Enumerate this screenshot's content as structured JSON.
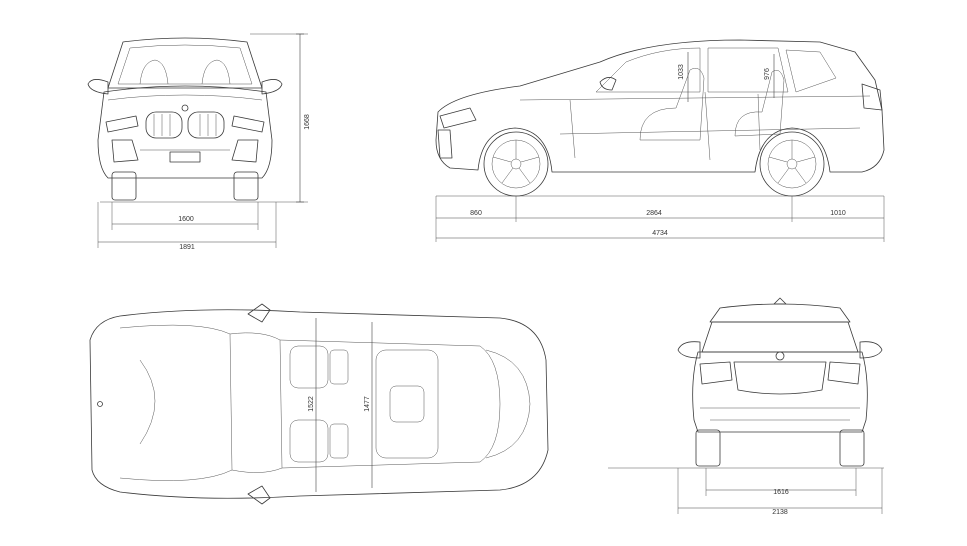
{
  "front_view": {
    "track": "1600",
    "width": "1891",
    "height": "1668"
  },
  "side_view": {
    "front_overhang": "860",
    "wheelbase": "2864",
    "rear_overhang": "1010",
    "length": "4734",
    "front_headroom": "1033",
    "rear_headroom": "976"
  },
  "top_view": {
    "front_shoulder": "1522",
    "rear_shoulder": "1477"
  },
  "rear_view": {
    "track": "1616",
    "width_mirrors": "2138"
  }
}
